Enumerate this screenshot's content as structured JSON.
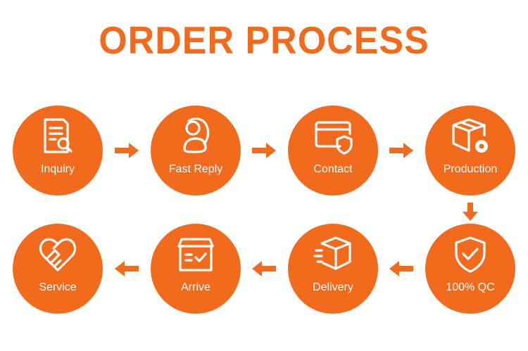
{
  "title": "ORDER PROCESS",
  "colors": {
    "accent": "#f26a1b",
    "icon": "#ffffff",
    "background": "#ffffff"
  },
  "steps": [
    {
      "label": "Inquiry",
      "icon": "document-search-icon"
    },
    {
      "label": "Fast Reply",
      "icon": "customer-service-icon"
    },
    {
      "label": "Contact",
      "icon": "card-shield-icon"
    },
    {
      "label": "Production",
      "icon": "box-gear-icon"
    },
    {
      "label": "100% QC",
      "icon": "shield-check-icon"
    },
    {
      "label": "Delivery",
      "icon": "fast-box-icon"
    },
    {
      "label": "Arrive",
      "icon": "package-check-icon"
    },
    {
      "label": "Service",
      "icon": "heart-handshake-icon"
    }
  ]
}
